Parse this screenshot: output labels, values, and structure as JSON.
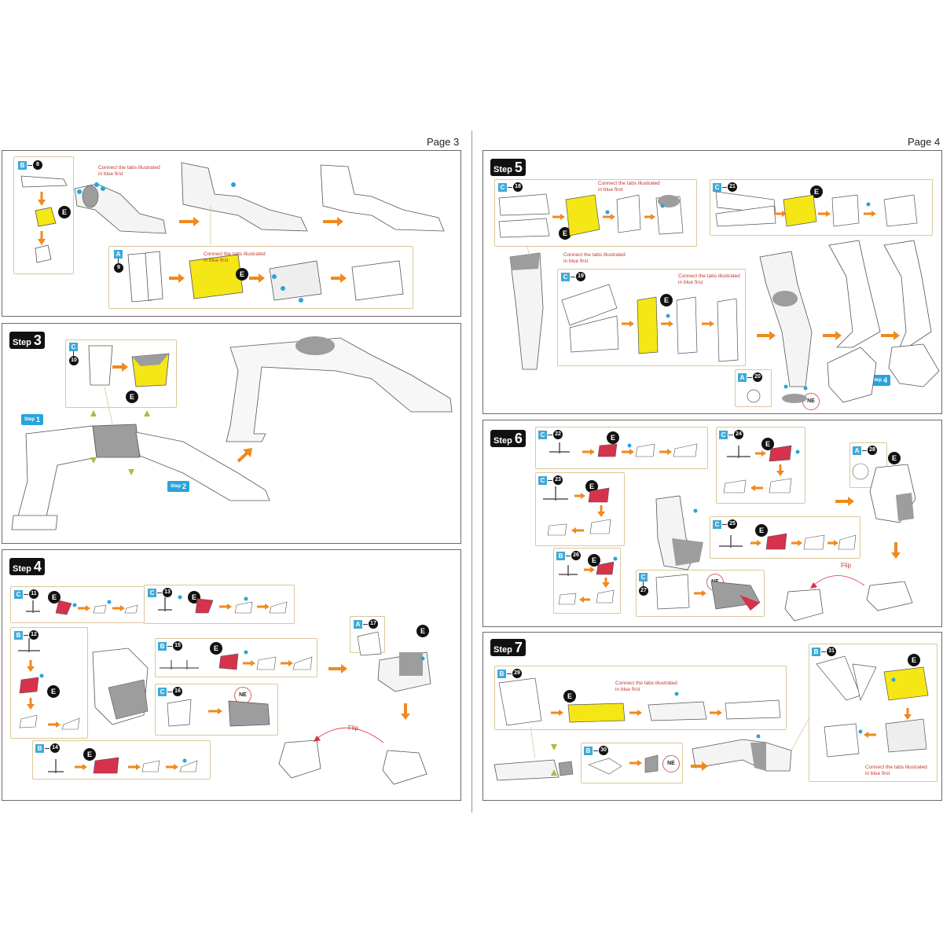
{
  "pages": {
    "left": "Page 3",
    "right": "Page 4"
  },
  "step_word": "Step",
  "steps": {
    "s3": "3",
    "s4": "4",
    "s5": "5",
    "s6": "6",
    "s7": "7"
  },
  "step_tags": {
    "t1": "1",
    "t2": "2",
    "t4": "4"
  },
  "labels": {
    "connect_tabs": "Connect the tabs illustrated in blue first",
    "flip": "Flip",
    "E": "E",
    "NE": "NE"
  },
  "parts": [
    {
      "letter": "B",
      "num": "8"
    },
    {
      "letter": "A",
      "num": "9"
    },
    {
      "letter": "C",
      "num": "10"
    },
    {
      "letter": "C",
      "num": "11"
    },
    {
      "letter": "B",
      "num": "12"
    },
    {
      "letter": "C",
      "num": "13"
    },
    {
      "letter": "B",
      "num": "14"
    },
    {
      "letter": "B",
      "num": "15"
    },
    {
      "letter": "C",
      "num": "16"
    },
    {
      "letter": "A",
      "num": "17"
    },
    {
      "letter": "C",
      "num": "18"
    },
    {
      "letter": "C",
      "num": "19"
    },
    {
      "letter": "A",
      "num": "20"
    },
    {
      "letter": "C",
      "num": "21"
    },
    {
      "letter": "C",
      "num": "22"
    },
    {
      "letter": "C",
      "num": "23"
    },
    {
      "letter": "C",
      "num": "24"
    },
    {
      "letter": "C",
      "num": "25"
    },
    {
      "letter": "B",
      "num": "26"
    },
    {
      "letter": "C",
      "num": "27"
    },
    {
      "letter": "A",
      "num": "28"
    },
    {
      "letter": "B",
      "num": "29"
    },
    {
      "letter": "B",
      "num": "30"
    },
    {
      "letter": "B",
      "num": "31"
    }
  ],
  "colors": {
    "arrow": "#f0891e",
    "highlight": "#f5e615",
    "tab_dot": "#29a3dc",
    "part_gray": "#9d9d9d",
    "note_red": "#c0392b",
    "accent_red": "#d6324b"
  }
}
